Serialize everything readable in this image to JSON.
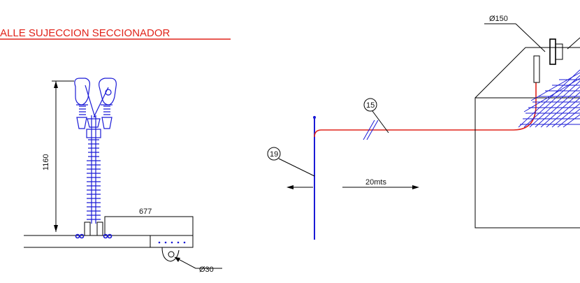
{
  "title": "ALLE SUJECCION SECCIONADOR",
  "dimensions": {
    "height": "1160",
    "base_length": "677",
    "bolt_diameter": "Ø30",
    "distance": "20mts",
    "conduit_diameter": "Ø150"
  },
  "callouts": {
    "ground_rod": "19",
    "cable": "15"
  },
  "colors": {
    "title": "#e0231a",
    "insulator": "#1a1ad6",
    "cable": "#e0231a",
    "outline": "#000000"
  }
}
